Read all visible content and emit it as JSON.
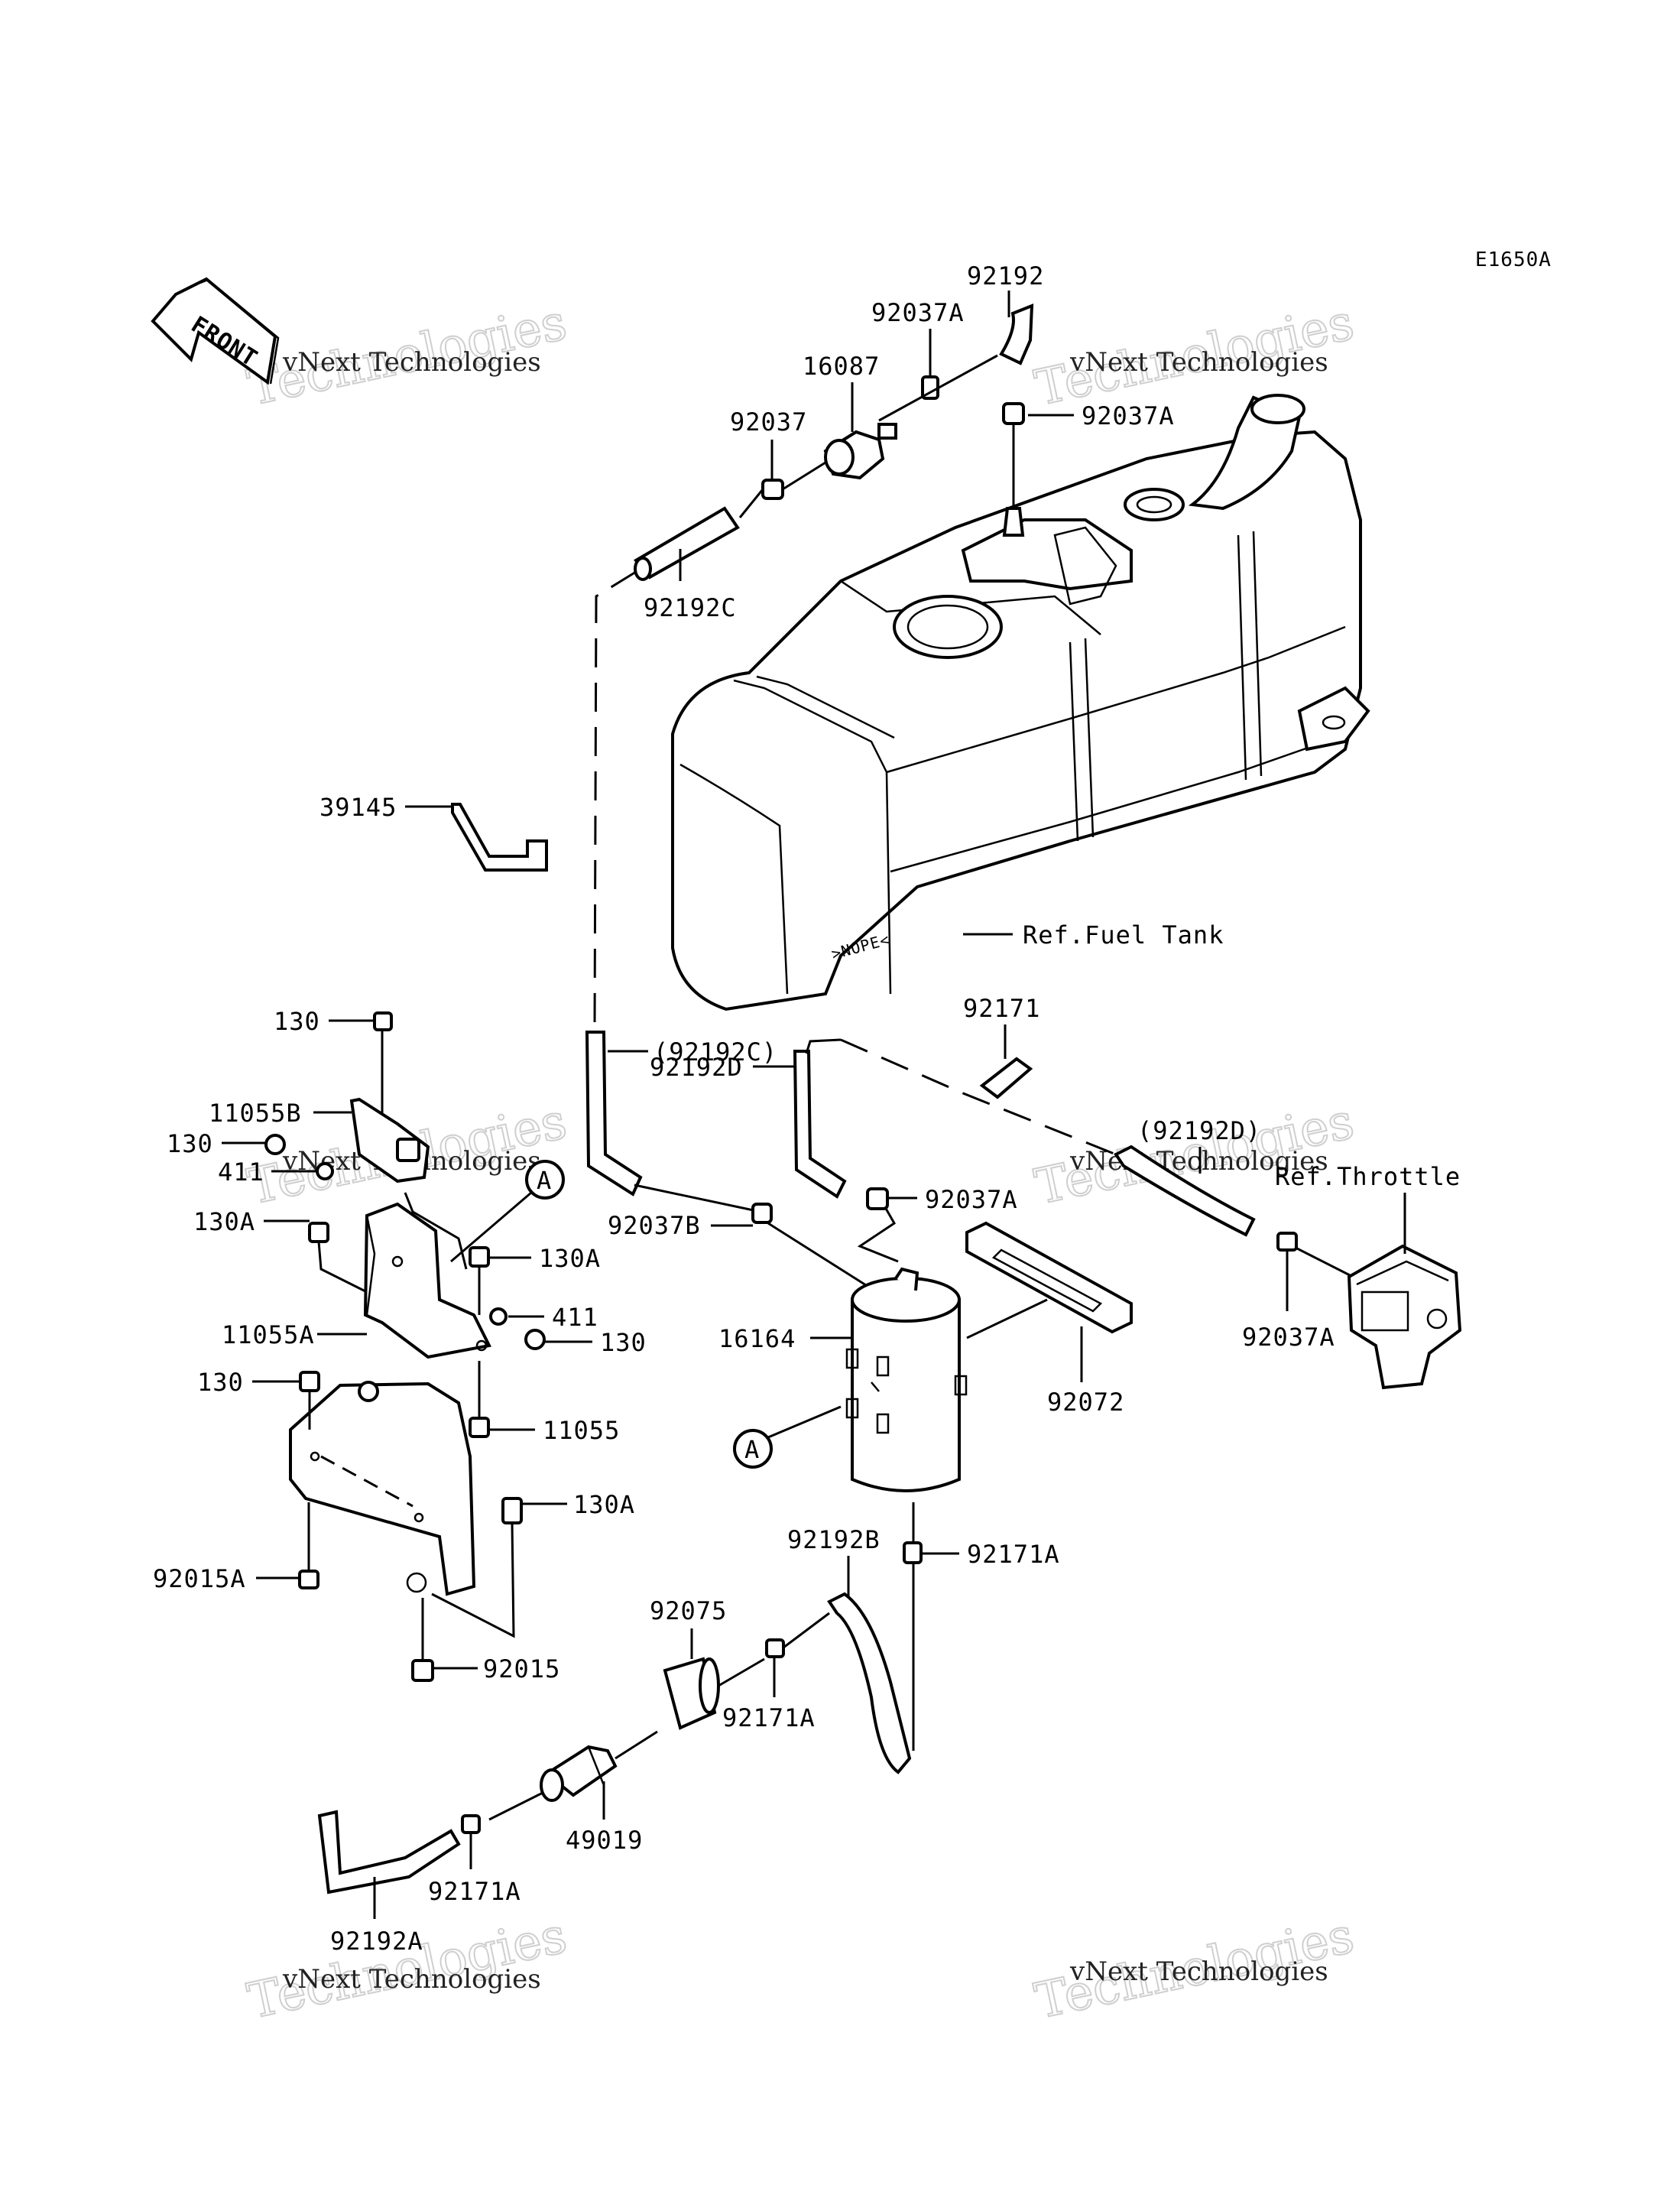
{
  "diagram_code": "E1650A",
  "front_label": "FRONT",
  "watermark": {
    "line1": "vNext Technologies",
    "line2": "Technologies"
  },
  "callout_letter": "A",
  "references": {
    "fuel_tank": "Ref.Fuel Tank",
    "throttle": "Ref.Throttle"
  },
  "tank_sticker": ">NOPE<",
  "labels": {
    "p92192": "92192",
    "p92037A_top": "92037A",
    "p16087": "16087",
    "p92037": "92037",
    "p92037A_right": "92037A",
    "p92192C": "92192C",
    "p39145": "39145",
    "p130_top": "130",
    "p92192C_paren": "(92192C)",
    "p92192D": "92192D",
    "p92171": "92171",
    "p92192D_paren": "(92192D)",
    "p11055B": "11055B",
    "p130_left": "130",
    "p411_left": "411",
    "p130A_left": "130A",
    "p130A_right": "130A",
    "p92037B": "92037B",
    "p92037A_mid": "92037A",
    "p92037A_throttle": "92037A",
    "p411_right": "411",
    "p130_right": "130",
    "p11055A": "11055A",
    "p16164": "16164",
    "p92072": "92072",
    "p130_lower": "130",
    "p11055": "11055",
    "p130A_lower": "130A",
    "p92015A": "92015A",
    "p92192B": "92192B",
    "p92171A_right": "92171A",
    "p92075": "92075",
    "p92171A_mid": "92171A",
    "p92015": "92015",
    "p49019": "49019",
    "p92171A_bottom": "92171A",
    "p92192A": "92192A"
  }
}
